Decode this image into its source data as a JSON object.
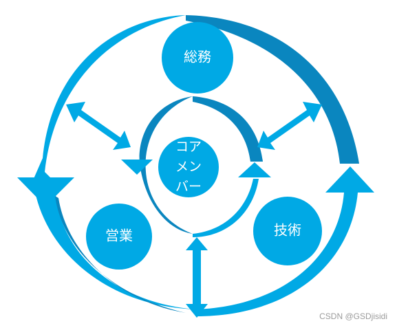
{
  "nodes": {
    "top": {
      "label": "総務"
    },
    "center": {
      "lines": [
        "コア",
        "メン",
        "バー"
      ]
    },
    "left": {
      "label": "営業"
    },
    "right": {
      "label": "技術"
    }
  },
  "colors": {
    "primary": "#00a9e5",
    "dark": "#0a86bf",
    "darker": "#0872a6"
  },
  "watermark": "CSDN @GSDjisidi"
}
